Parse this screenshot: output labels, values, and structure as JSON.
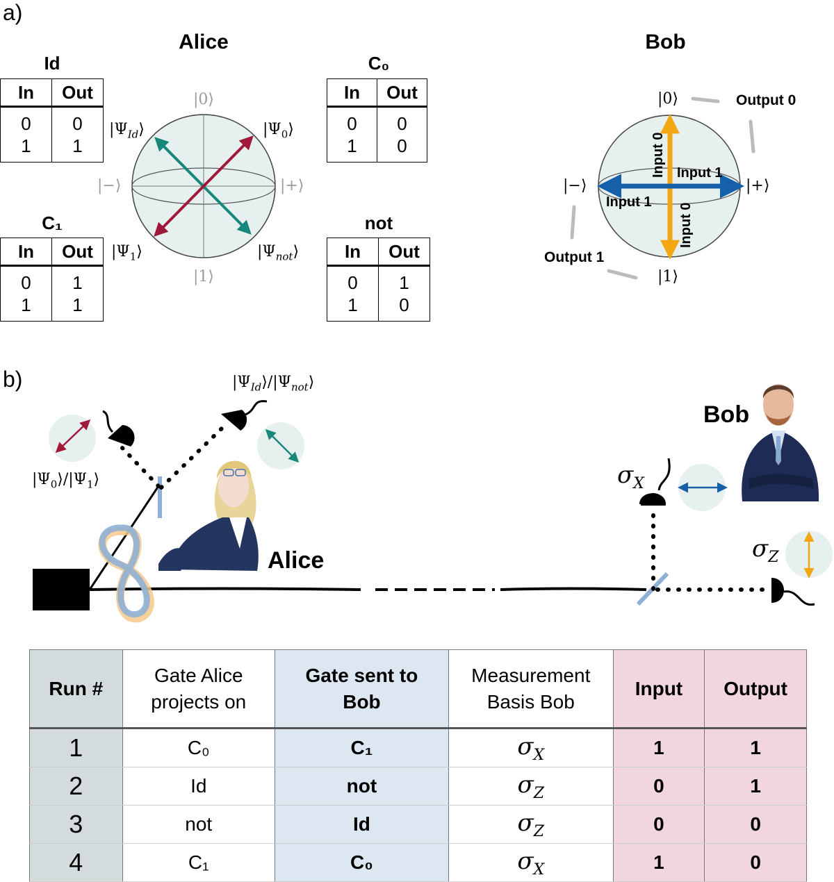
{
  "panel_a": {
    "label": "a)",
    "alice_title": "Alice",
    "bob_title": "Bob",
    "tables": {
      "id": {
        "title": "Id",
        "in": "In",
        "out": "Out",
        "rows": [
          [
            "0",
            "0"
          ],
          [
            "1",
            "1"
          ]
        ]
      },
      "c0": {
        "title": "C₀",
        "in": "In",
        "out": "Out",
        "rows": [
          [
            "0",
            "0"
          ],
          [
            "1",
            "0"
          ]
        ]
      },
      "c1": {
        "title": "C₁",
        "in": "In",
        "out": "Out",
        "rows": [
          [
            "0",
            "1"
          ],
          [
            "1",
            "1"
          ]
        ]
      },
      "not": {
        "title": "not",
        "in": "In",
        "out": "Out",
        "rows": [
          [
            "0",
            "1"
          ],
          [
            "1",
            "0"
          ]
        ]
      }
    },
    "alice_sphere": {
      "ket0": "|0⟩",
      "ket1": "|1⟩",
      "ketminus": "|−⟩",
      "ketplus": "|+⟩",
      "psi_id": "|Ψ",
      "psi_id_sub": "Id",
      "psi_0": "|Ψ",
      "psi_0_sub": "0",
      "psi_1": "|Ψ",
      "psi_1_sub": "1",
      "psi_not": "|Ψ",
      "psi_not_sub": "not",
      "ket_close": "⟩"
    },
    "bob_sphere": {
      "ket0": "|0⟩",
      "ket1": "|1⟩",
      "ketminus": "|−⟩",
      "ketplus": "|+⟩",
      "output0": "Output 0",
      "output1": "Output 1",
      "input0_top": "Input 0",
      "input0_bottom": "Input 0",
      "input1_right": "Input 1",
      "input1_left": "Input 1"
    }
  },
  "panel_b": {
    "label": "b)",
    "alice_label": "Alice",
    "bob_label": "Bob",
    "psi_id_not": "|Ψ",
    "psi_id_sub": "Id",
    "psi_sep": "⟩/|Ψ",
    "psi_not_sub": "not",
    "psi_close": "⟩",
    "psi_01": "|Ψ",
    "psi_0_sub": "0",
    "psi_1_sub": "1",
    "sigma_x": "σ",
    "sigma_x_sub": "X",
    "sigma_z": "σ",
    "sigma_z_sub": "Z"
  },
  "runs_table": {
    "headers": [
      "Run #",
      "Gate Alice projects on",
      "Gate sent to Bob",
      "Measurement Basis Bob",
      "Input",
      "Output"
    ],
    "header_lines": [
      [
        "Run #"
      ],
      [
        "Gate Alice",
        "projects on"
      ],
      [
        "Gate sent to",
        "Bob"
      ],
      [
        "Measurement",
        "Basis Bob"
      ],
      [
        "Input"
      ],
      [
        "Output"
      ]
    ],
    "rows": [
      {
        "run": "1",
        "alice": "C₀",
        "sent": "C₁",
        "basis": "σ",
        "basis_sub": "X",
        "input": "1",
        "output": "1"
      },
      {
        "run": "2",
        "alice": "Id",
        "sent": "not",
        "basis": "σ",
        "basis_sub": "Z",
        "input": "0",
        "output": "1"
      },
      {
        "run": "3",
        "alice": "not",
        "sent": "Id",
        "basis": "σ",
        "basis_sub": "Z",
        "input": "0",
        "output": "0"
      },
      {
        "run": "4",
        "alice": "C₁",
        "sent": "C₀",
        "basis": "σ",
        "basis_sub": "X",
        "input": "1",
        "output": "0"
      }
    ]
  },
  "colors": {
    "teal": "#16877a",
    "crimson": "#a0193a",
    "blue": "#1560a8",
    "orange": "#f2a712",
    "sphere": "#e6f1ef",
    "fiber_blue": "#8fb0d6",
    "fiber_orange": "#f6c98a"
  }
}
